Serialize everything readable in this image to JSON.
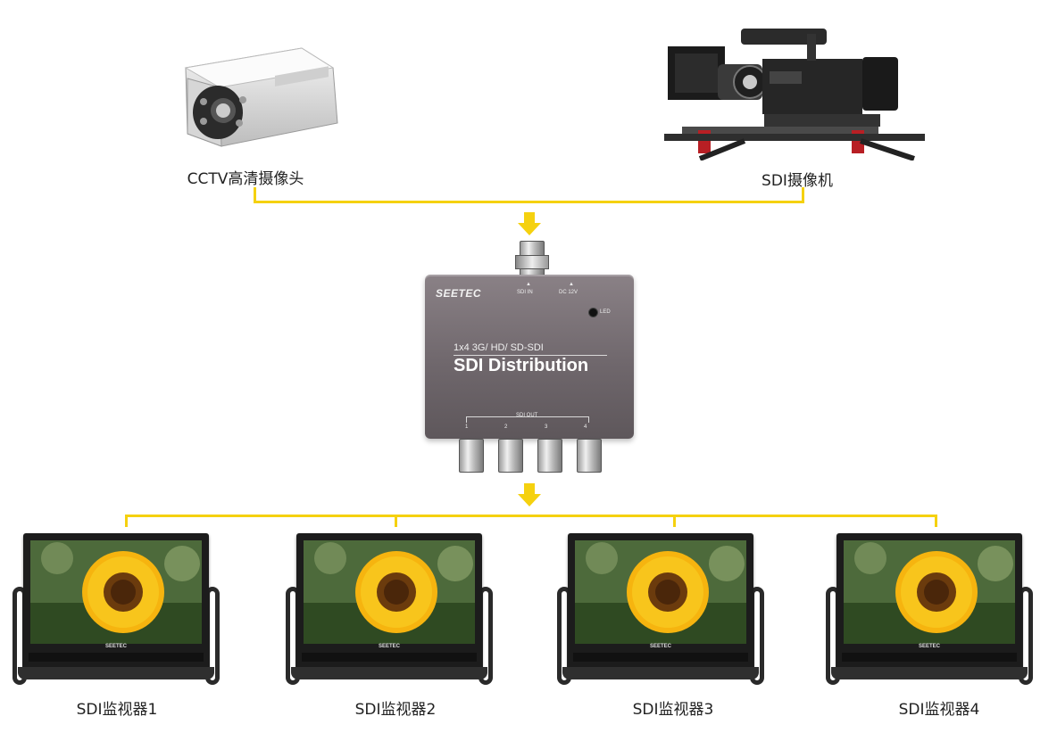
{
  "sources": [
    {
      "label": "CCTV高清摄像头"
    },
    {
      "label": "SDI摄像机"
    }
  ],
  "distributor": {
    "brand": "SEETEC",
    "sdi_in": "SDI IN",
    "dc": "DC 12V",
    "led": "LED",
    "subtitle": "1x4  3G/ HD/ SD-SDI",
    "title": "SDI Distribution",
    "sdi_out": "SDI OUT",
    "ports": [
      "1",
      "2",
      "3",
      "4"
    ]
  },
  "monitors": [
    {
      "label": "SDI监视器1",
      "brand": "SEETEC"
    },
    {
      "label": "SDI监视器2",
      "brand": "SEETEC"
    },
    {
      "label": "SDI监视器3",
      "brand": "SEETEC"
    },
    {
      "label": "SDI监视器4",
      "brand": "SEETEC"
    }
  ],
  "colors": {
    "connector": "#f5d10f",
    "arrow": "#f5d10f"
  }
}
